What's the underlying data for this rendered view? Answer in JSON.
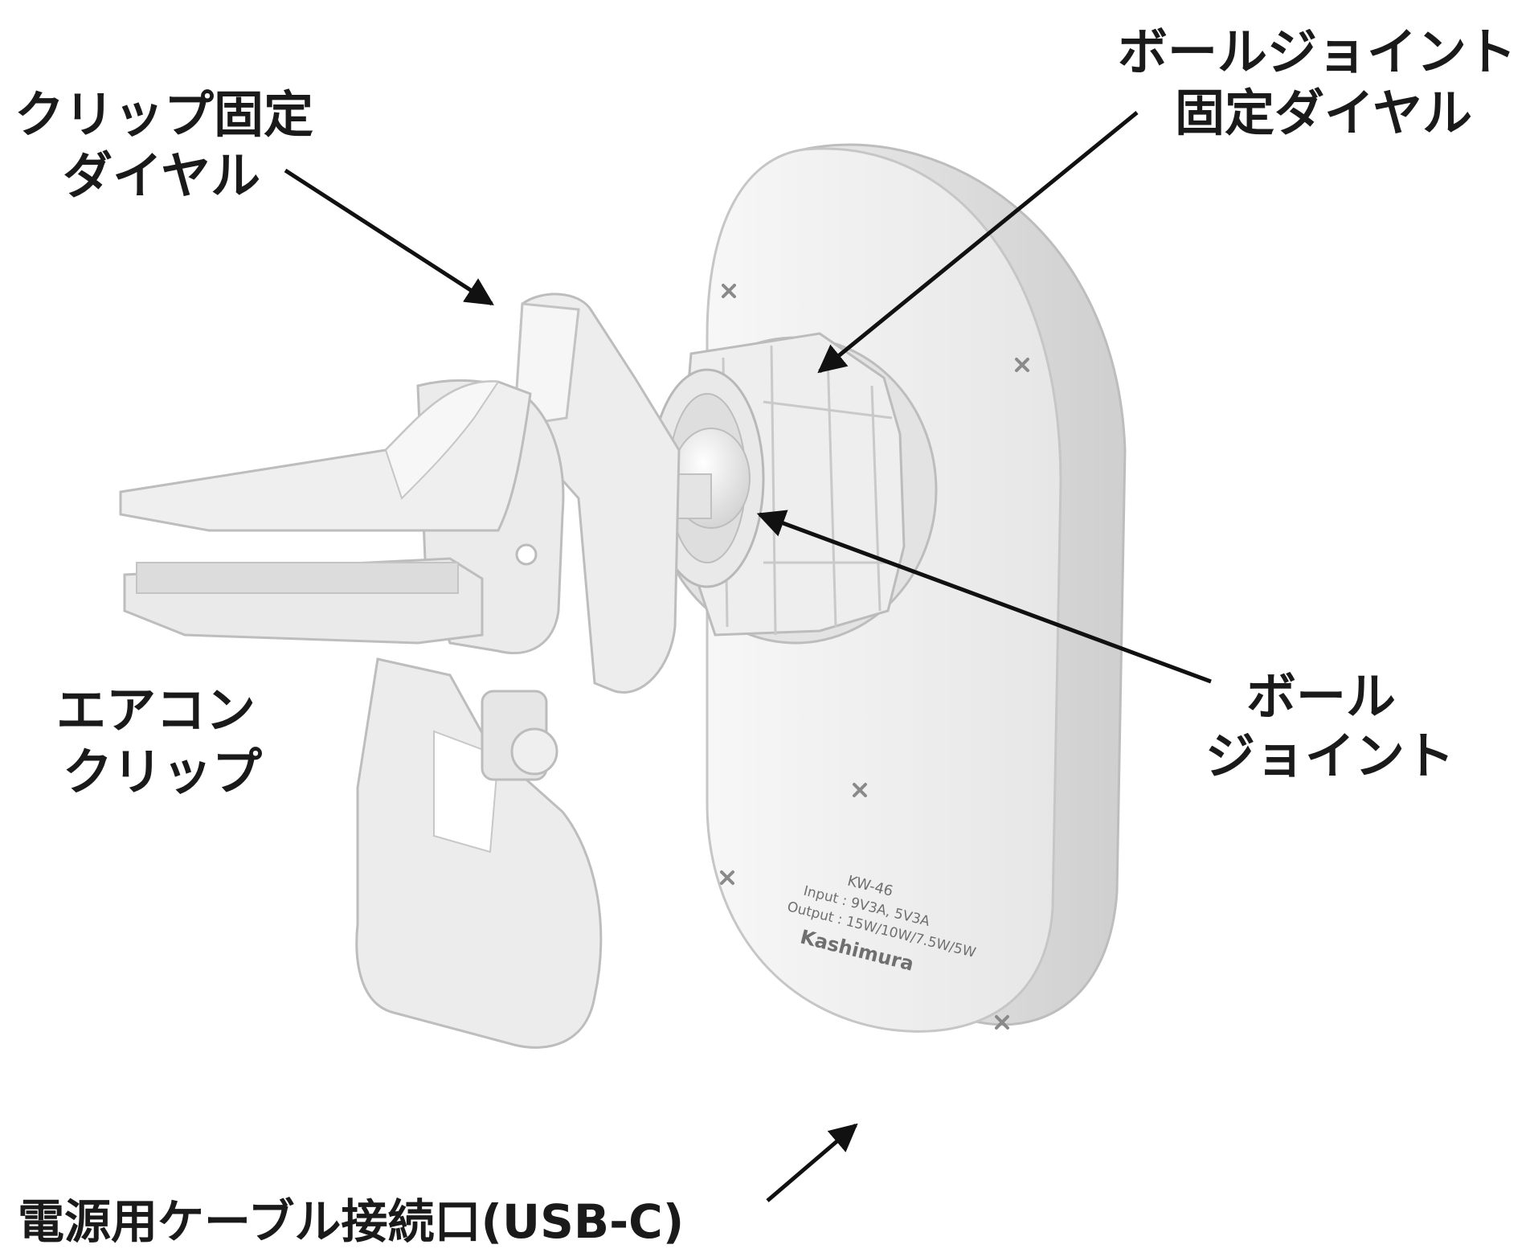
{
  "labels": {
    "clip_dial": [
      "クリップ固定",
      "ダイヤル"
    ],
    "ball_dial": [
      "ボールジョイント",
      "固定ダイヤル"
    ],
    "ball": [
      "ボール",
      "ジョイント"
    ],
    "aircon": [
      "エアコン",
      "クリップ"
    ],
    "usb": "電源用ケーブル接続口(USB-C)"
  },
  "product": {
    "model": "KW-46",
    "input": "Input : 9V3A, 5V3A",
    "output": "Output : 15W/10W/7.5W/5W",
    "brand": "Kashimura"
  },
  "colors": {
    "body": "#f2f2f2",
    "shade": "#d9d9d9",
    "edge": "#c4c4c4",
    "text": "#1a1a1a"
  }
}
